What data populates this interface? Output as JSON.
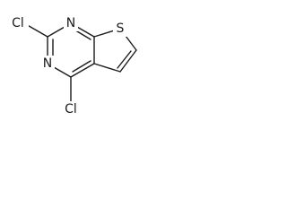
{
  "molecule": {
    "atoms": {
      "cl_top": "Cl",
      "n_top": "N",
      "n_bottom": "N",
      "s": "S",
      "cl_bottom": "Cl"
    }
  }
}
